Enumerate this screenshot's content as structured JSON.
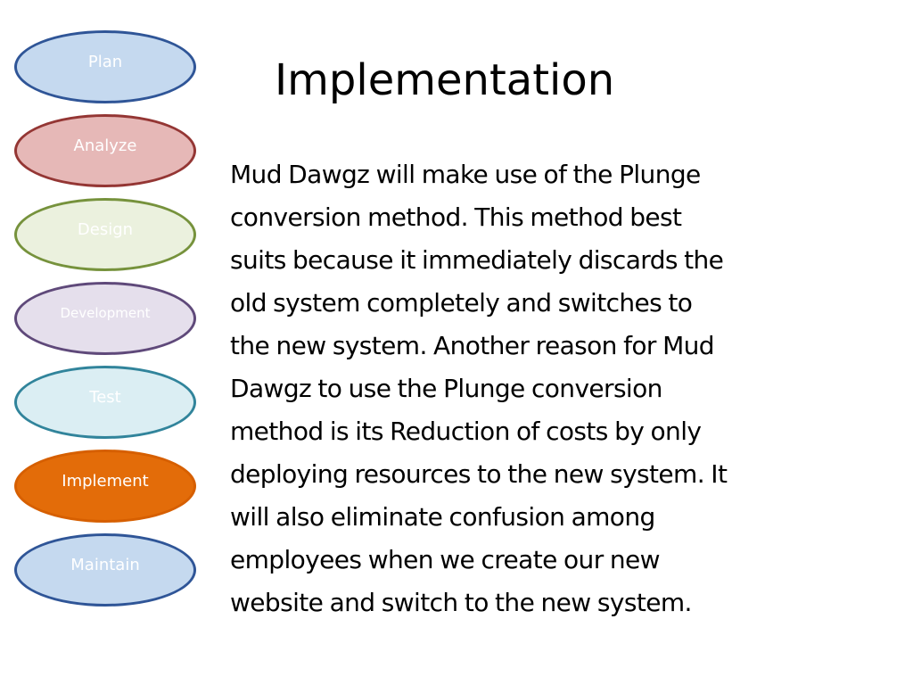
{
  "slide": {
    "title": "Implementation",
    "body_lines": [
      "Mud Dawgz will make use of the Plunge",
      "conversion method. This method best",
      "suits because it immediately discards the",
      "old system completely and switches to",
      "the new system. Another reason for Mud",
      "Dawgz to use the Plunge conversion",
      "method is its Reduction of costs by only",
      "deploying resources to the new system. It",
      "will also eliminate confusion among",
      "employees when we create our new",
      "website and switch to the new system."
    ]
  },
  "phases": [
    {
      "label": "Plan",
      "fill": "#c5d9ef",
      "stroke": "#2f5597",
      "active": false
    },
    {
      "label": "Analyze",
      "fill": "#e6b8b7",
      "stroke": "#943634",
      "active": false
    },
    {
      "label": "Design",
      "fill": "#ebf1de",
      "stroke": "#76923c",
      "active": false
    },
    {
      "label": "Development",
      "fill": "#e5dfec",
      "stroke": "#5f497a",
      "active": false
    },
    {
      "label": "Test",
      "fill": "#dbeef3",
      "stroke": "#31849b",
      "active": false
    },
    {
      "label": "Implement",
      "fill": "#e36c09",
      "stroke": "#d65f00",
      "active": true
    },
    {
      "label": "Maintain",
      "fill": "#c5d9ef",
      "stroke": "#2f5597",
      "active": false
    }
  ]
}
